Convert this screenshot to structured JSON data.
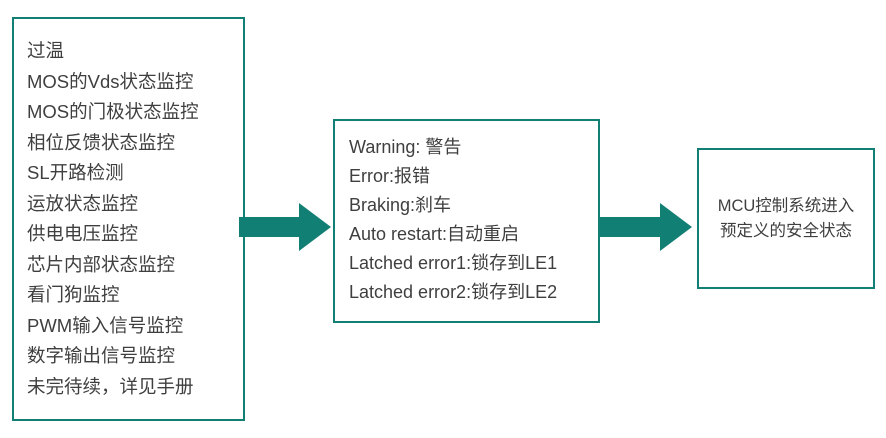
{
  "diagram": {
    "title": "Fault monitoring to safe state flow",
    "accent_color": "#127f74",
    "text_color": "#3f3f3f",
    "background_color": "#ffffff"
  },
  "nodes": {
    "monitoring": {
      "name": "monitoring-features",
      "lines": [
        "过温",
        "MOS的Vds状态监控",
        "MOS的门极状态监控",
        "相位反馈状态监控",
        "SL开路检测",
        "运放状态监控",
        "供电电压监控",
        "芯片内部状态监控",
        "看门狗监控",
        "PWM输入信号监控",
        "数字输出信号监控",
        "未完待续，详见手册"
      ]
    },
    "reactions": {
      "name": "fault-reactions",
      "lines": [
        "Warning: 警告",
        "Error:报错",
        "Braking:刹车",
        "Auto restart:自动重启",
        "Latched error1:锁存到LE1",
        "Latched error2:锁存到LE2"
      ]
    },
    "safe_state": {
      "name": "mcu-safe-state",
      "lines": [
        "MCU控制系统进入",
        "预定义的安全状态"
      ]
    }
  },
  "arrows": [
    {
      "name": "arrow-monitoring-to-reactions",
      "direction": "right"
    },
    {
      "name": "arrow-reactions-to-safe-state",
      "direction": "right"
    }
  ]
}
